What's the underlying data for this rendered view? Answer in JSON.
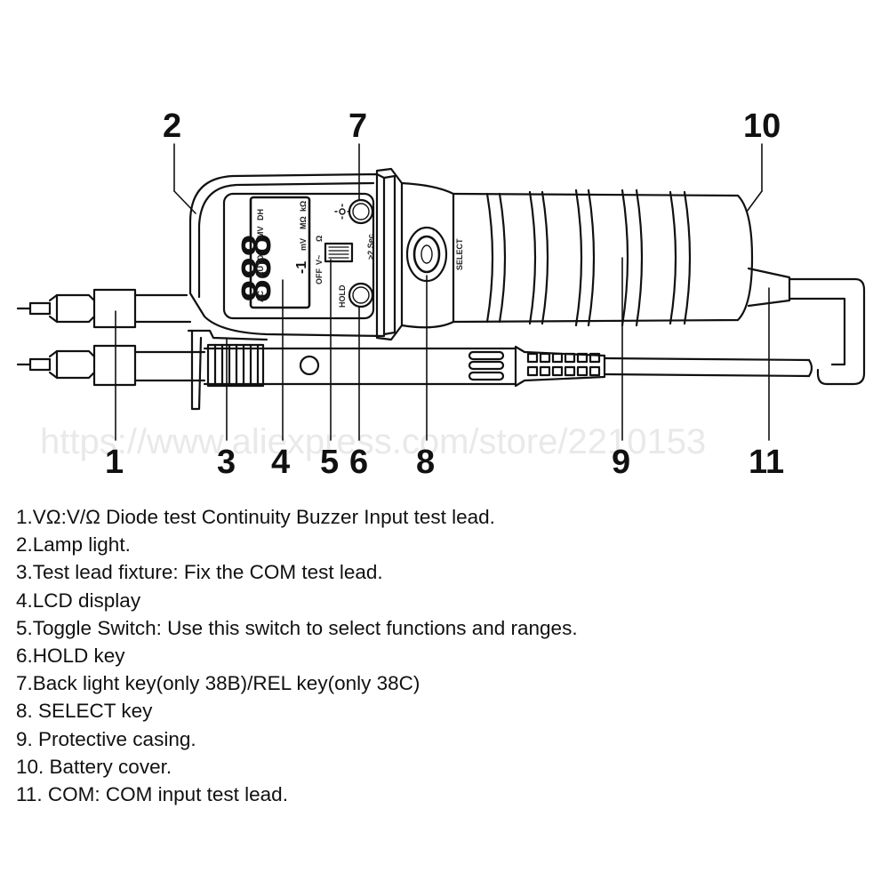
{
  "watermark": "https://www.aliexpress.com/store/2210153",
  "callouts": {
    "c1": "1",
    "c2": "2",
    "c3": "3",
    "c4": "4",
    "c5": "5",
    "c6": "6",
    "c7": "7",
    "c8": "8",
    "c9": "9",
    "c10": "10",
    "c11": "11"
  },
  "device": {
    "lcd_digits": "888",
    "lcd_lead": "-1",
    "lcd_ac": "AC",
    "lcd_auto": "AUTO",
    "lcd_mv": "MV",
    "lcd_dh": "DH",
    "lcd_mohm": "MΩ",
    "lcd_kohm": "kΩ",
    "lcd_mv2": "mV",
    "toggle_off": "OFF",
    "toggle_v": "V~",
    "toggle_ohm": "Ω",
    "hold_label": "HOLD",
    "select_label": "SELECT",
    "two_sec_label": ">2 Sec",
    "backlight_icon": "sun-icon",
    "select_icon": "oval-button-icon"
  },
  "legend": [
    "1.VΩ:V/Ω Diode test Continuity Buzzer Input test lead.",
    "2.Lamp light.",
    "3.Test lead fixture: Fix the COM test lead.",
    "4.LCD display",
    "5.Toggle Switch: Use this switch to select functions and ranges.",
    "6.HOLD key",
    "7.Back light key(only 38B)/REL key(only 38C)",
    "8. SELECT key",
    "9. Protective casing.",
    "10. Battery cover.",
    "11. COM: COM input test lead."
  ]
}
